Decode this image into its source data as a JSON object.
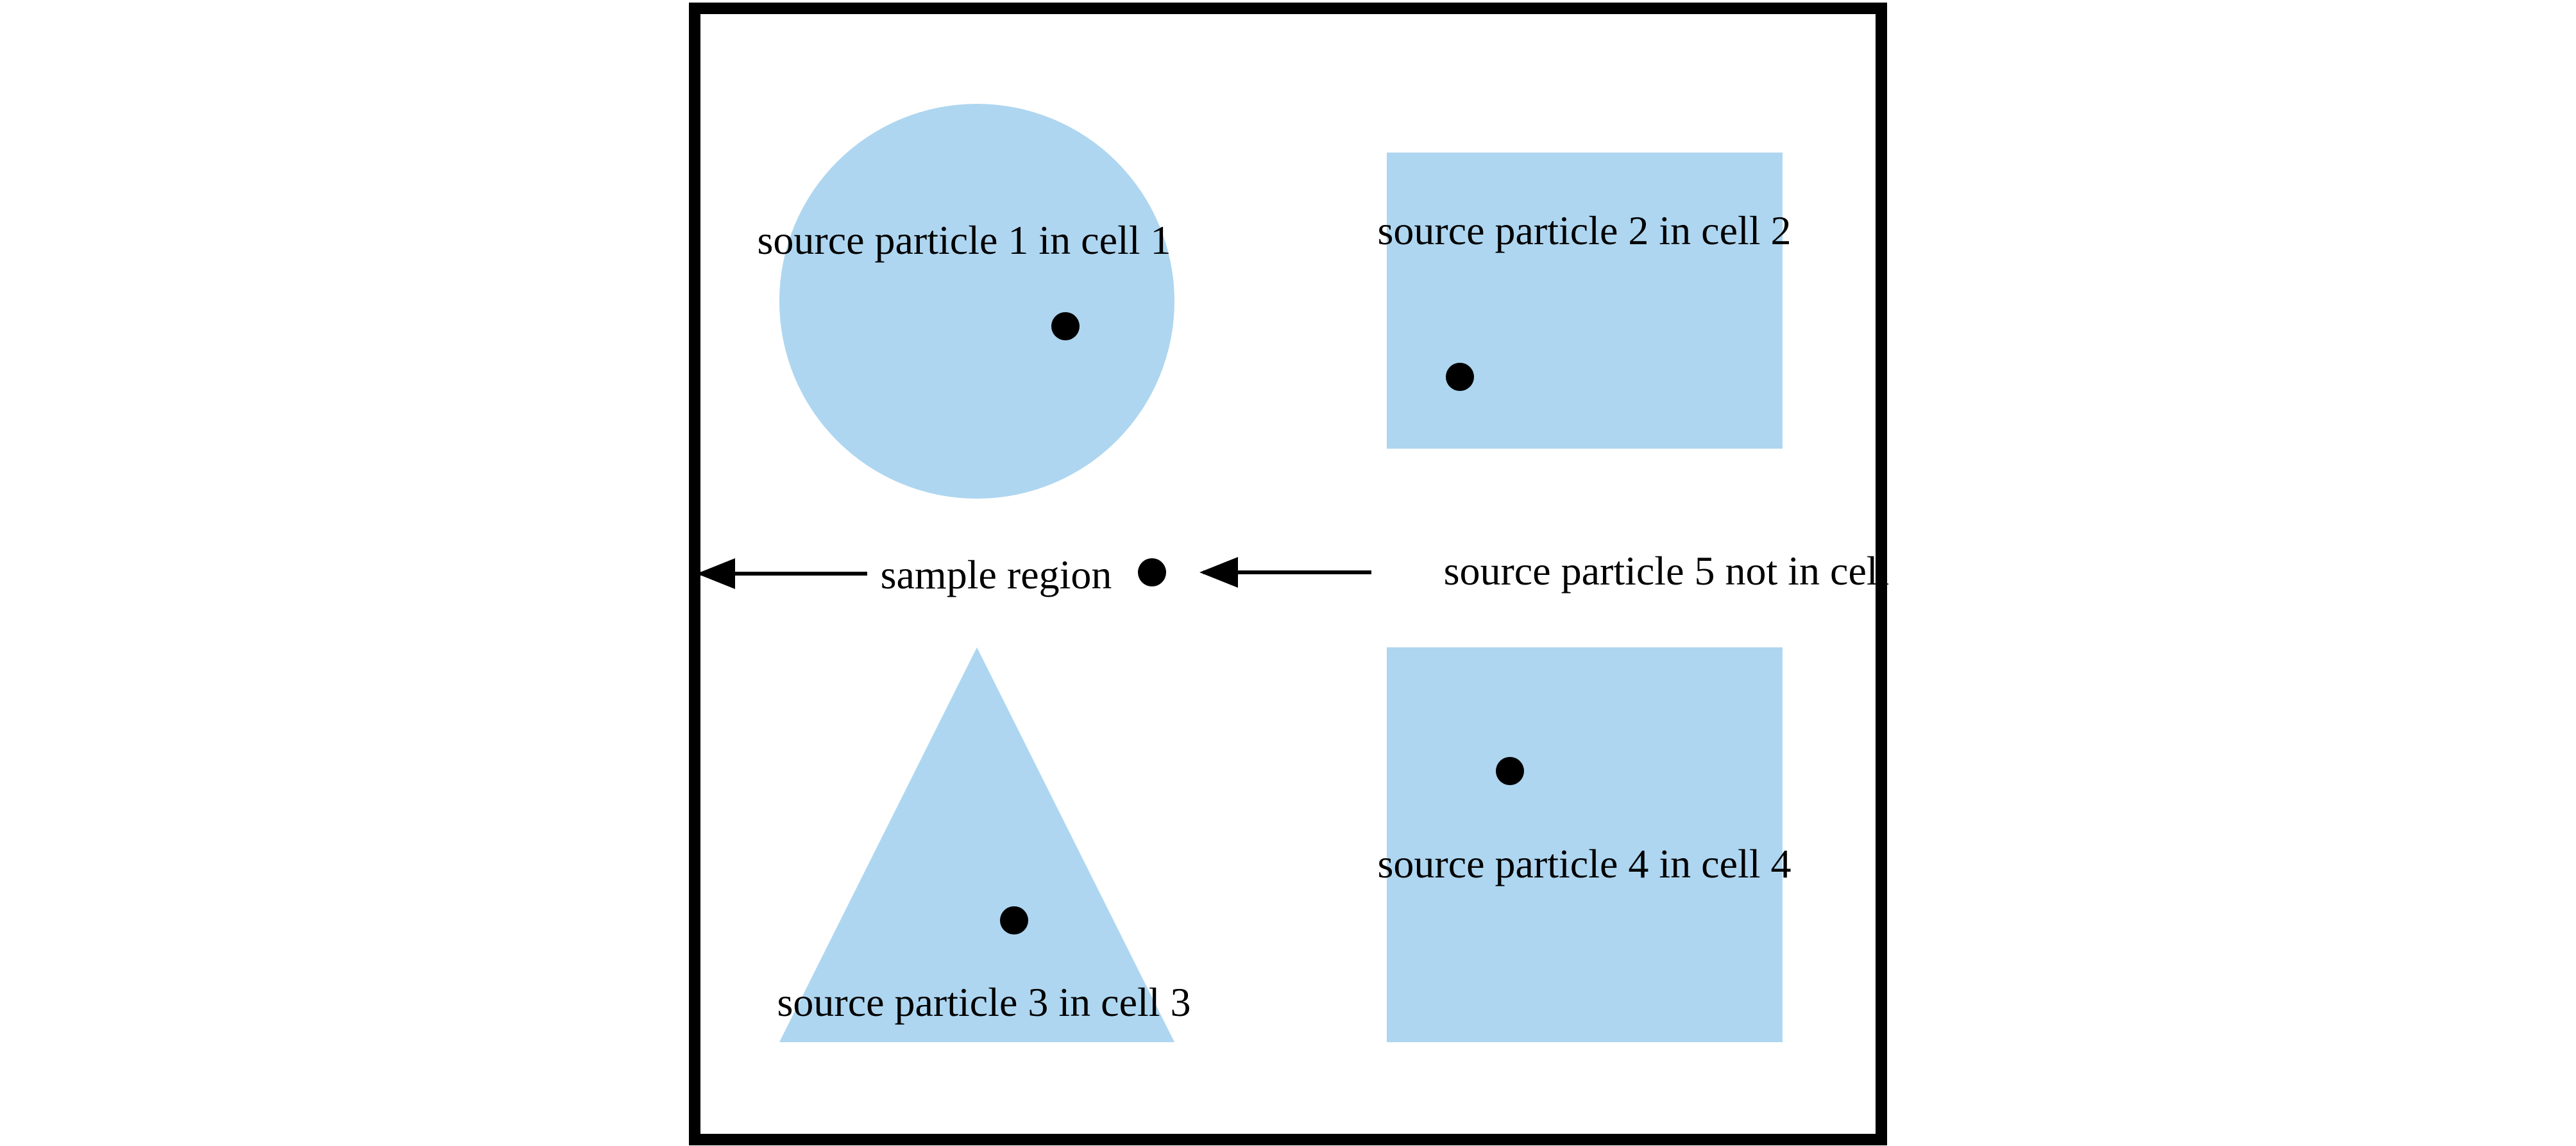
{
  "labels": {
    "cell_1": "source particle 1 in cell 1",
    "cell_2": "source particle 2 in cell 2",
    "sample_region": "sample region",
    "particle_5": "source particle 5 not in cell",
    "cell_3": "source particle 3 in cell 3",
    "cell_4": "source particle 4 in cell 4"
  },
  "colors": {
    "cell_fill": "#aed6f0",
    "particle": "#000000",
    "border": "#000000",
    "background": "#ffffff"
  }
}
